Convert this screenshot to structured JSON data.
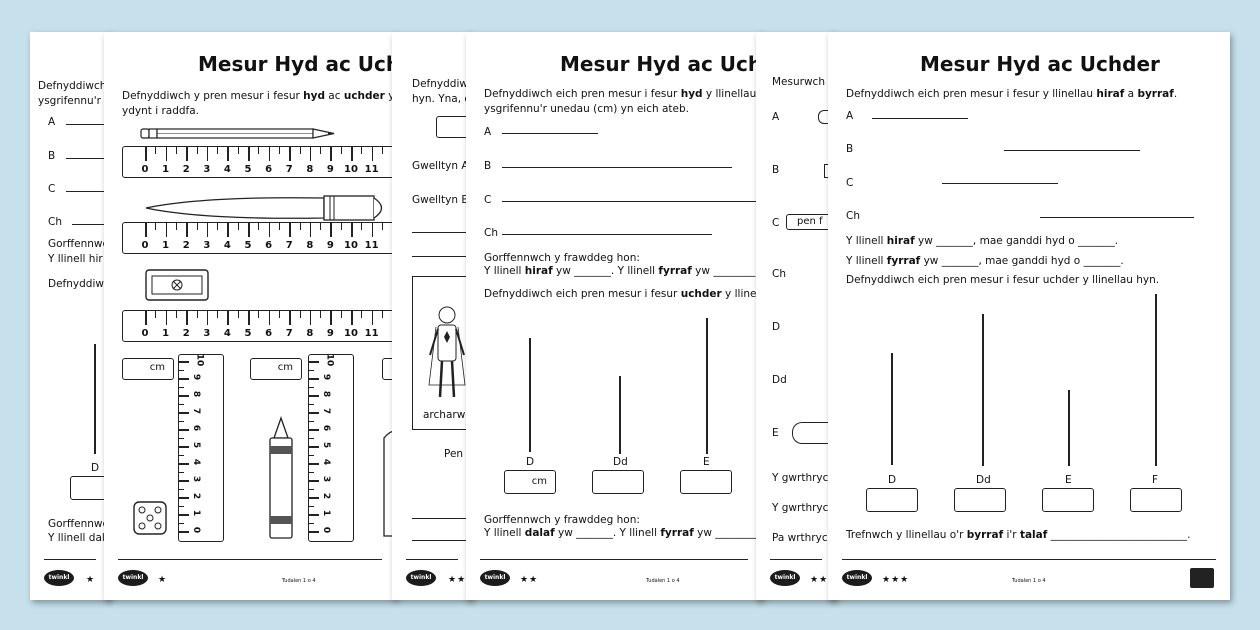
{
  "title": "Mesur Hyd ac Uchder",
  "logo_text": "twinkl",
  "sheet1": {
    "lines": [
      "Defnyddiwch",
      "ysgrifennu'r",
      "A",
      "B",
      "C",
      "Ch",
      "Gorffennwch",
      "Y llinell hir",
      "Defnyddiwch",
      "D",
      "Gorffennwch",
      "Y llinell dal"
    ],
    "stars": "★"
  },
  "sheet2": {
    "instr1": "Defnyddiwch y pren mesur i fesur ",
    "instr_hyd": "hyd",
    "instr_ac": " ac ",
    "instr_uchder": "uchder",
    "instr2": " y gwrt",
    "instr3": "ydynt i raddfa.",
    "ruler_numbers": [
      "0",
      "1",
      "2",
      "3",
      "4",
      "5",
      "6",
      "7",
      "8",
      "9",
      "10",
      "11"
    ],
    "cm": "cm",
    "stars": "★",
    "page": "Tudalen 1 o 4"
  },
  "sheet3": {
    "lines": [
      "Defnyddiw",
      "hyn. Yna, d",
      "Gwelltyn A",
      "Gwelltyn B",
      "archarw",
      "Pen"
    ],
    "stars": "★★"
  },
  "sheet4": {
    "instr1": "Defnyddiwch eich pren mesur i fesur ",
    "instr_hyd": "hyd",
    "instr_y": " y llinellau hyn",
    "instr2": "ysgrifennu'r unedau (cm) yn eich ateb.",
    "labels": [
      "A",
      "B",
      "C",
      "Ch"
    ],
    "complete": "Gorffennwch y frawddeg hon:",
    "s1a": "Y llinell ",
    "s1b": "hiraf",
    "s1c": " yw _______. Y llinell ",
    "s1d": "fyrraf",
    "s1e": " yw",
    "measure": "Defnyddiwch eich pren mesur i fesur ",
    "measure_b": "uchder",
    "measure_c": " y llinellau h",
    "vlabels": [
      "D",
      "Dd",
      "E"
    ],
    "cm": "cm",
    "complete2": "Gorffennwch y frawddeg hon:",
    "s2a": "Y llinell ",
    "s2b": "dalaf",
    "s2c": " yw _______. Y llinell ",
    "s2d": "fyrraf",
    "s2e": " yw",
    "stars": "★★",
    "page": "Tudalen 1 o 4"
  },
  "sheet5": {
    "lines": [
      "Mesurwch",
      "A",
      "B",
      "C",
      "pen f",
      "Ch",
      "D",
      "Dd",
      "E",
      "Y gwrthryc",
      "Y gwrthryc",
      "Pa wrthryc"
    ],
    "stars": "★★★"
  },
  "sheet6": {
    "instr1": "Defnyddiwch eich pren mesur i fesur y llinellau ",
    "instr_hiraf": "hiraf",
    "instr_a": " a ",
    "instr_byrraf": "byrraf",
    "labels": [
      "A",
      "B",
      "C",
      "Ch"
    ],
    "s1a": "Y llinell ",
    "s1b": "hiraf",
    "s1c": " yw _______, mae ganddi hyd o _______.",
    "s2a": "Y llinell ",
    "s2b": "fyrraf",
    "s2c": " yw _______, mae ganddi hyd o _______.",
    "measure": "Defnyddiwch eich pren mesur i fesur uchder y llinellau hyn.",
    "vlabels": [
      "D",
      "Dd",
      "E",
      "F"
    ],
    "order_a": "Trefnwch y llinellau o'r ",
    "order_b": "byrraf",
    "order_c": " i'r ",
    "order_d": "talaf",
    "stars": "★★★",
    "page": "Tudalen 1 o 4"
  }
}
